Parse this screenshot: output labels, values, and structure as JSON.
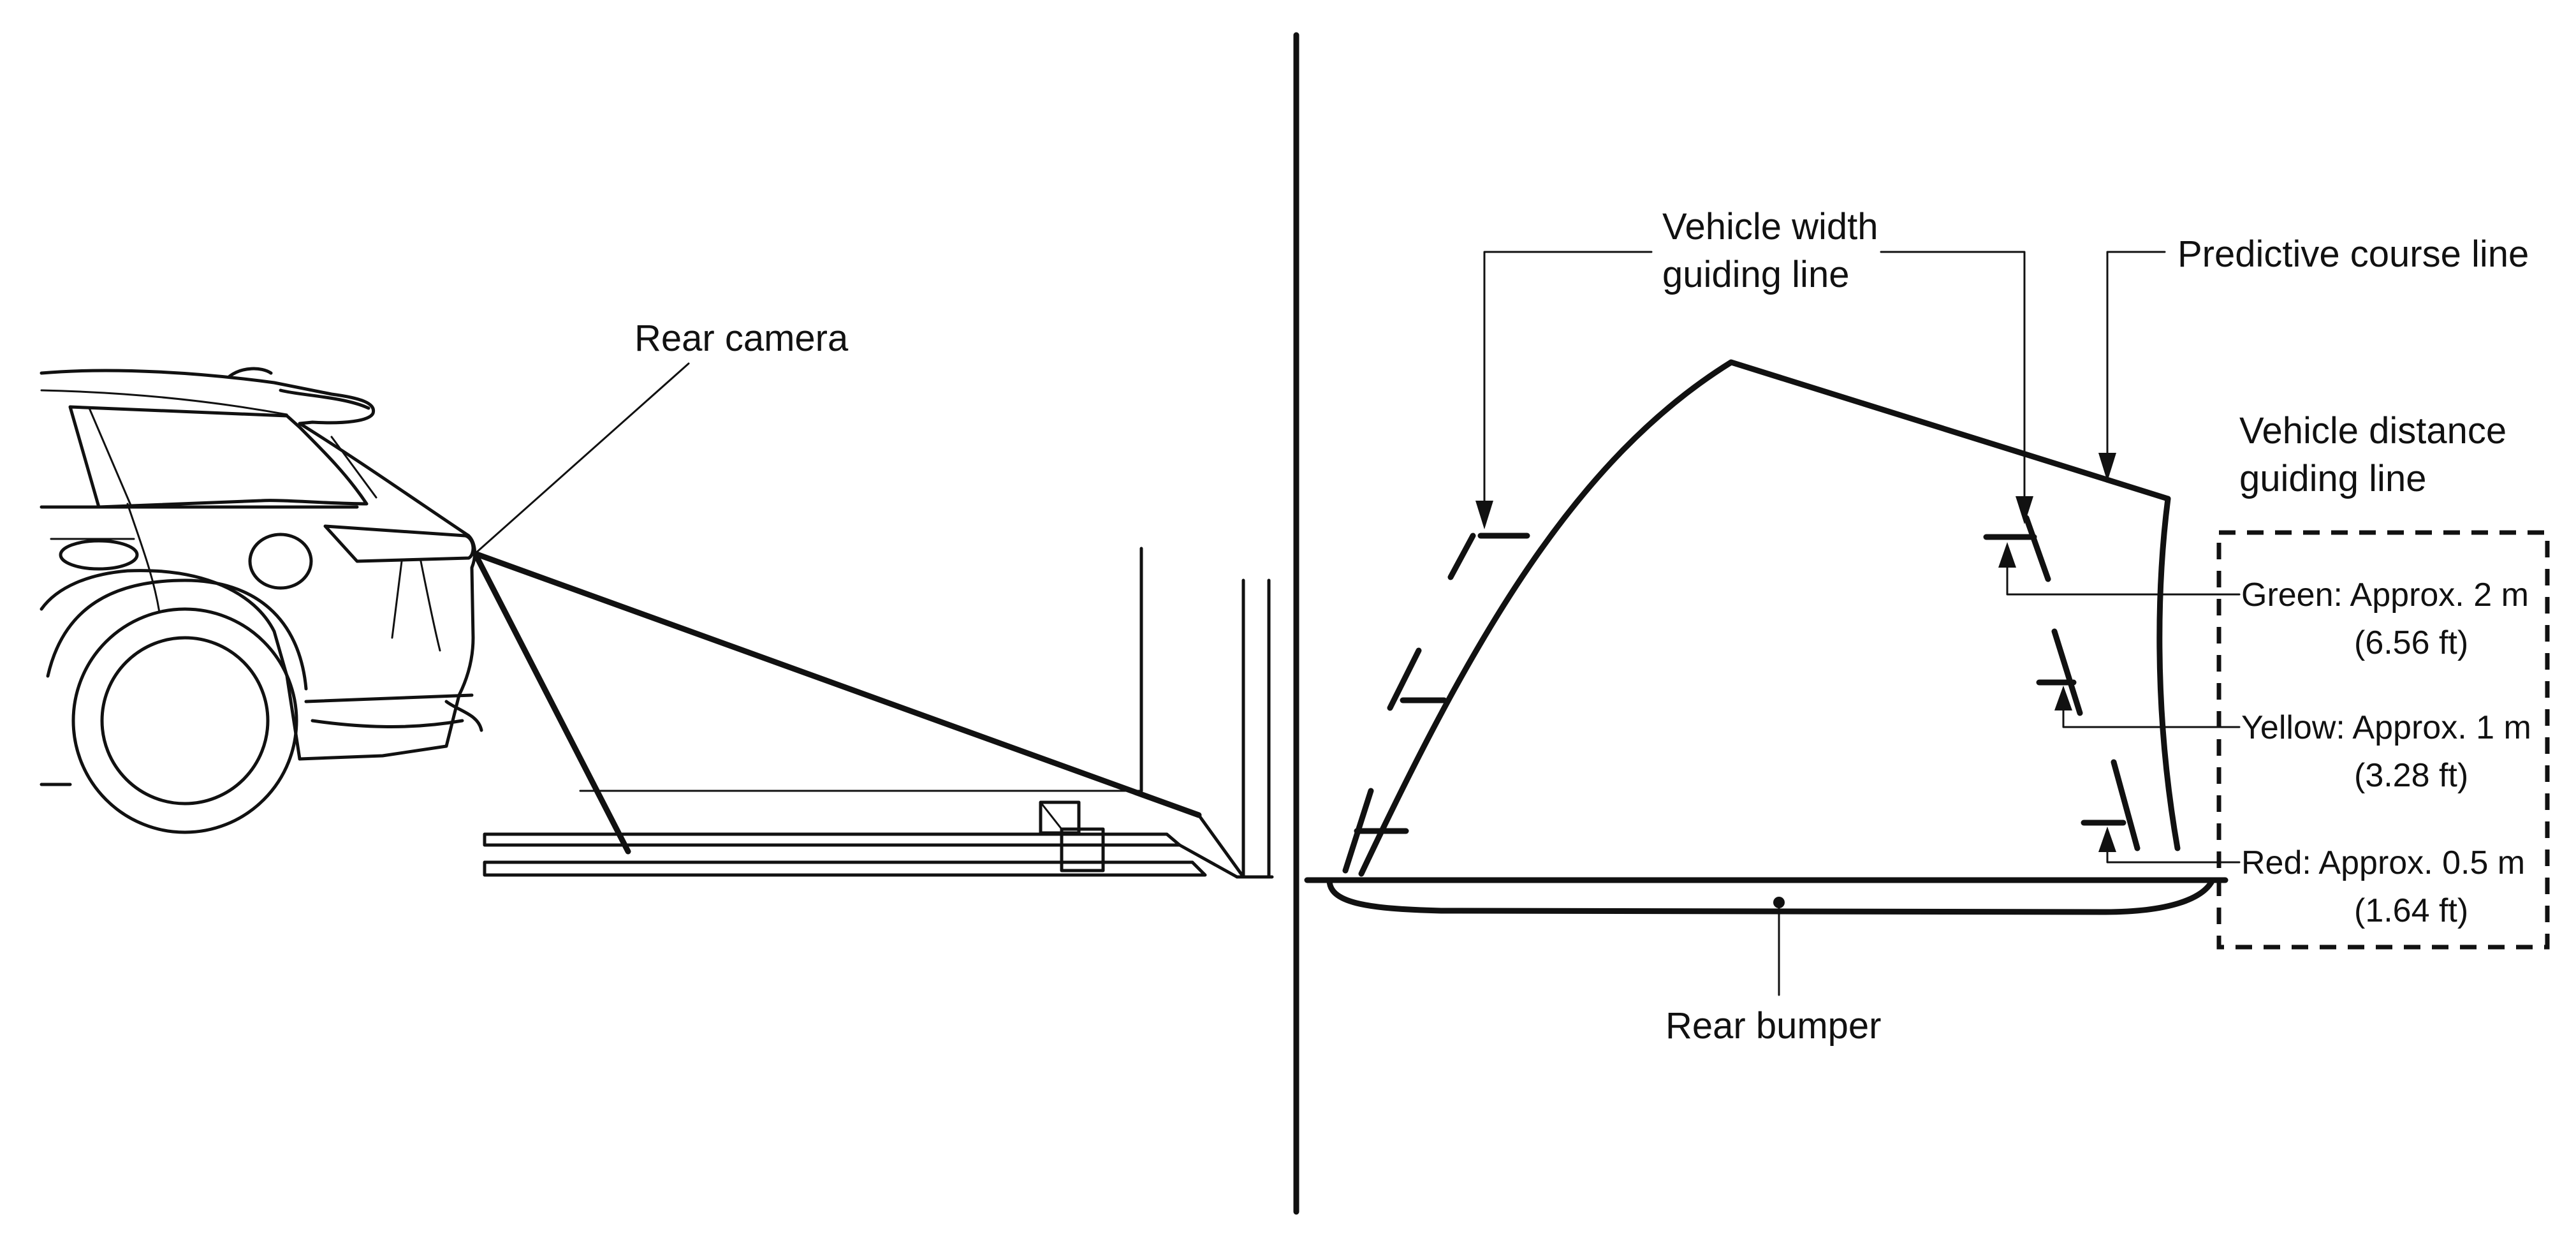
{
  "labels": {
    "rear_camera": "Rear camera",
    "vehicle_width_line_1": "Vehicle width",
    "vehicle_width_line_2": "guiding line",
    "predictive_course_line": "Predictive course line",
    "vehicle_distance_line_1": "Vehicle distance",
    "vehicle_distance_line_2": "guiding line",
    "rear_bumper": "Rear bumper"
  },
  "distances": [
    {
      "label": "Green: Approx. 2 m",
      "imperial": "(6.56 ft)"
    },
    {
      "label": "Yellow: Approx. 1 m",
      "imperial": "(3.28 ft)"
    },
    {
      "label": "Red: Approx. 0.5 m",
      "imperial": "(1.64 ft)"
    }
  ],
  "colors": {
    "line": "#111111",
    "background": "#ffffff"
  }
}
